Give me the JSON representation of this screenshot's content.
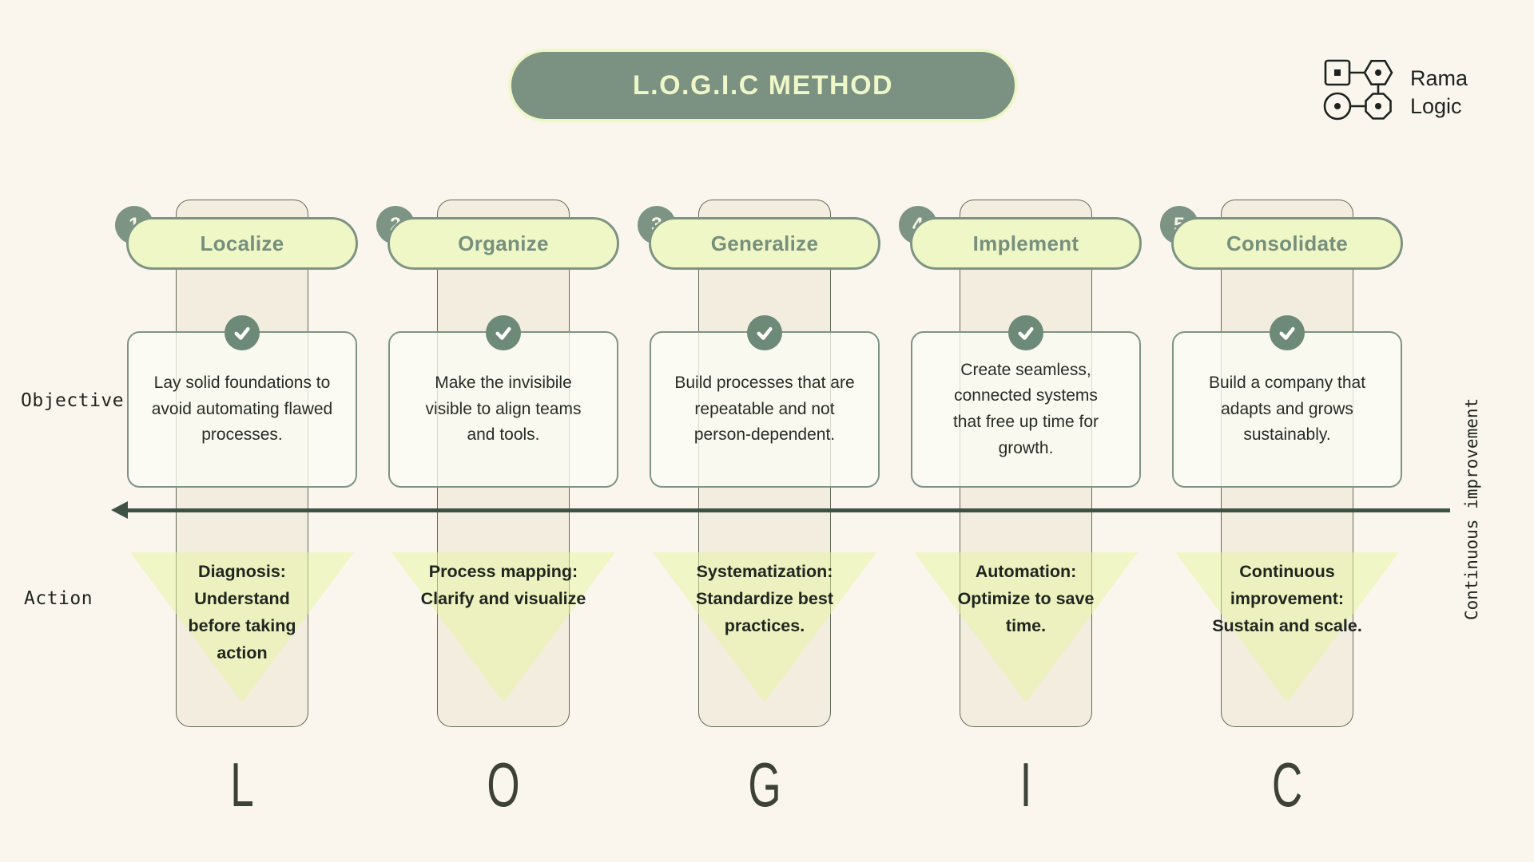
{
  "title": {
    "label": "L.O.G.I.C METHOD"
  },
  "logo": {
    "line1": "Rama",
    "line2": "Logic"
  },
  "row_labels": {
    "objective": "Objective",
    "action": "Action"
  },
  "arrow_label": "Continuous improvement",
  "columns": [
    {
      "number": "1",
      "title": "Localize",
      "objective": "Lay solid foundations to\navoid automating flawed\nprocesses.",
      "action": "Diagnosis:\nUnderstand\nbefore taking\naction",
      "letter": "L"
    },
    {
      "number": "2",
      "title": "Organize",
      "objective": "Make the invisibile\nvisible to align teams\nand tools.",
      "action": "Process mapping:\nClarify and visualize",
      "letter": "O"
    },
    {
      "number": "3",
      "title": "Generalize",
      "objective": "Build processes that are\nrepeatable and not\nperson-dependent.",
      "action": "Systematization:\nStandardize best\npractices.",
      "letter": "G"
    },
    {
      "number": "4",
      "title": "Implement",
      "objective": "Create seamless,\nconnected systems\nthat free up time for\ngrowth.",
      "action": "Automation:\nOptimize to save\ntime.",
      "letter": "I"
    },
    {
      "number": "5",
      "title": "Consolidate",
      "objective": "Build a company that\nadapts and grows\nsustainably.",
      "action": "Continuous\nimprovement:\nSustain and scale.",
      "letter": "C"
    }
  ],
  "colors": {
    "background": "#faf6ed",
    "sage": "#7d9484",
    "sage_dark": "#6d8a79",
    "light_yellow_green": "#f0f7c6",
    "title_text": "#eff6c8",
    "strip_fill": "#f2edde",
    "triangle_fill": "#e6f69f",
    "arrow": "#3d5145",
    "dark_text": "#20261f"
  }
}
